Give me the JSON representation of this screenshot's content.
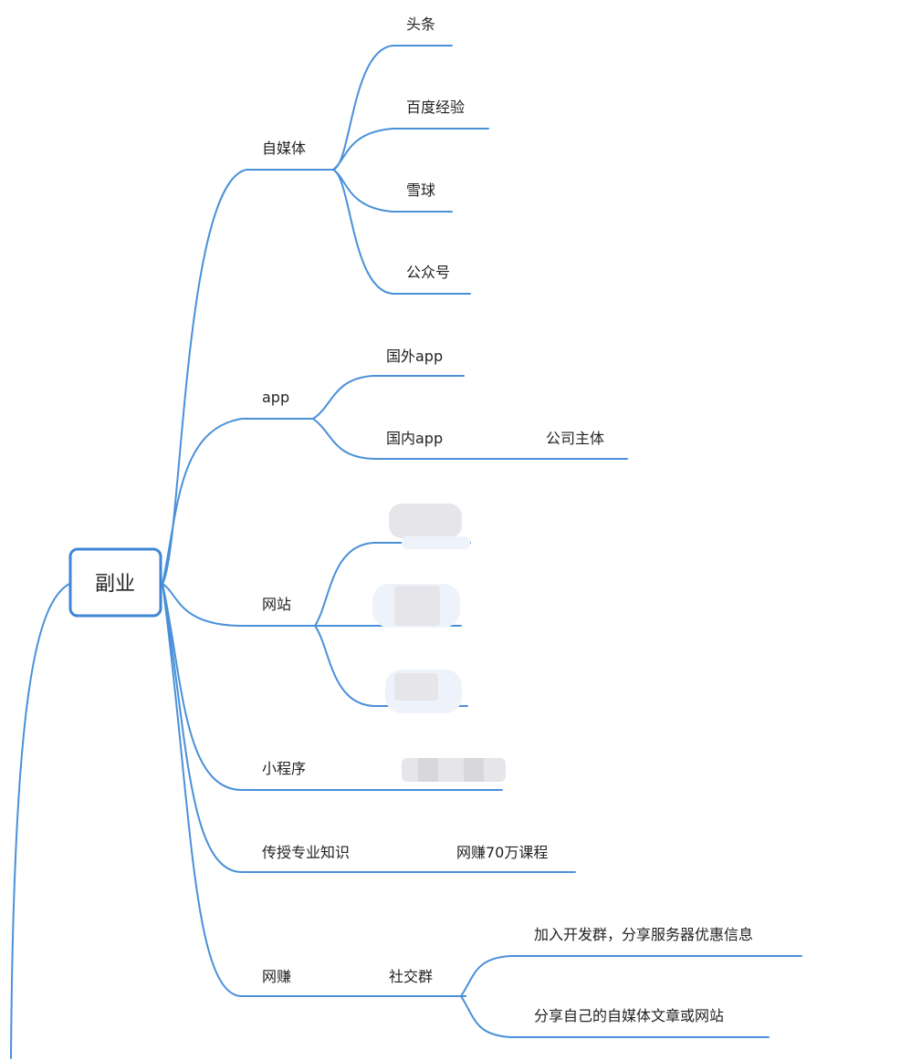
{
  "root": {
    "label": "副业"
  },
  "branches": {
    "zimeiti": {
      "label": "自媒体",
      "children": [
        "头条",
        "百度经验",
        "雪球",
        "公众号"
      ]
    },
    "app": {
      "label": "app",
      "children": [
        "国外app",
        "国内app"
      ],
      "guonei_child": "公司主体"
    },
    "wangzhan": {
      "label": "网站"
    },
    "xiaochengxu": {
      "label": "小程序"
    },
    "chuanshou": {
      "label": "传授专业知识",
      "child": "网赚70万课程"
    },
    "wangzhuan": {
      "label": "网赚",
      "child": "社交群",
      "grandchildren": [
        "加入开发群，分享服务器优惠信息",
        "分享自己的自媒体文章或网站"
      ]
    }
  },
  "colors": {
    "edge": "#4a90d9",
    "root_border": "#3f86d6",
    "text": "#222222"
  }
}
